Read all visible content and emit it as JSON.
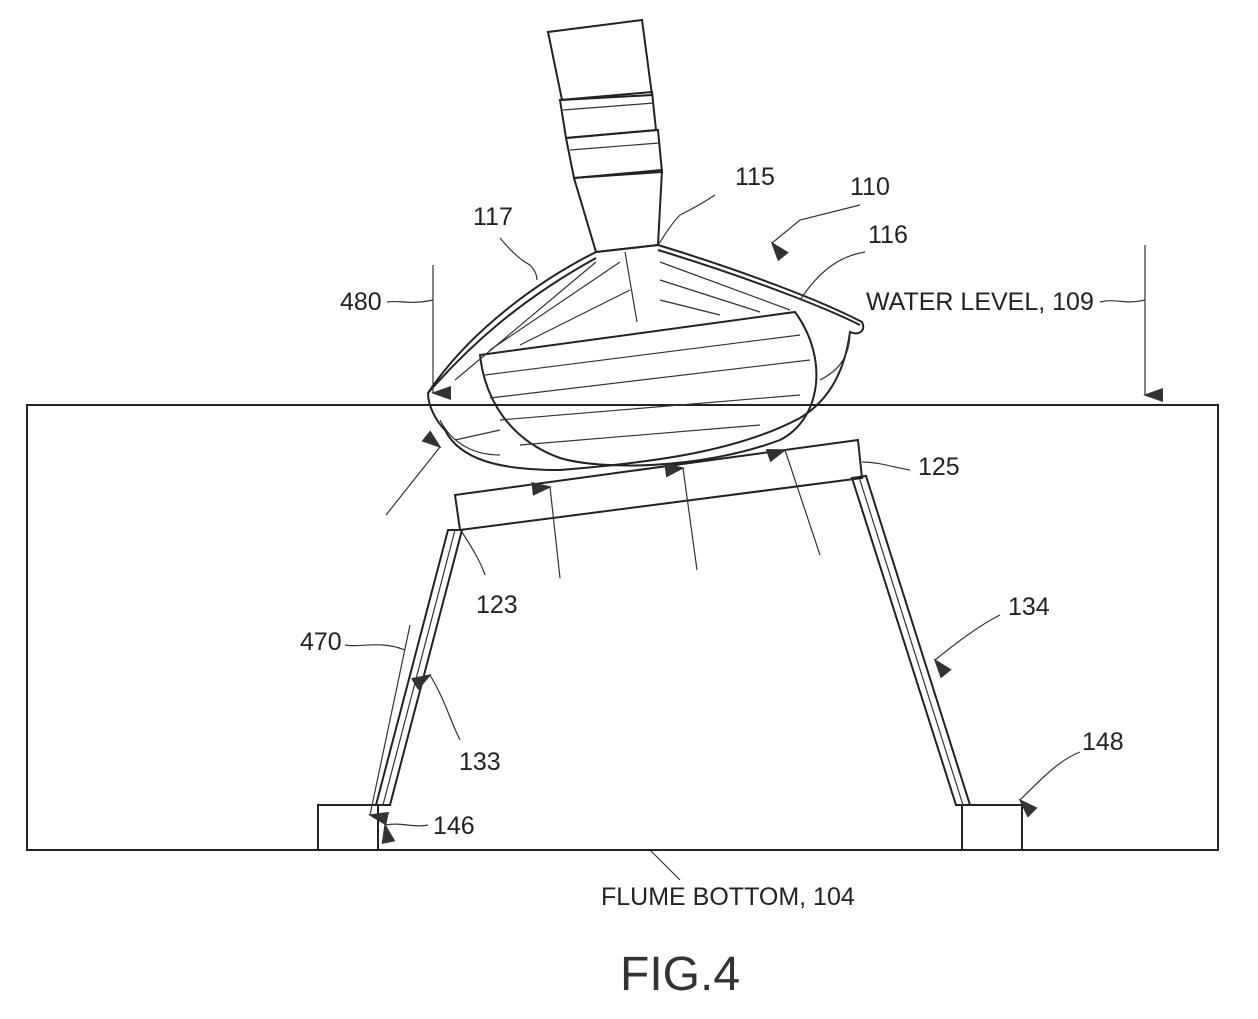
{
  "figure_label": "FIG.4",
  "labels": {
    "nozzle_tip": "115",
    "device": "110",
    "side_116": "116",
    "side_117": "117",
    "arrow_480": "480",
    "water_level": "WATER LEVEL, 109",
    "platform": "125",
    "platform_edge": "123",
    "right_leg": "134",
    "flow_arrow_470": "470",
    "left_leg": "133",
    "right_block": "148",
    "left_block": "146",
    "flume_bottom": "FLUME BOTTOM, 104"
  }
}
